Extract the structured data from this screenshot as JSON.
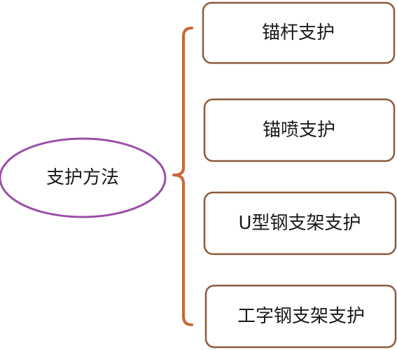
{
  "diagram": {
    "root": {
      "label": "支护方法"
    },
    "children": [
      {
        "label": "锚杆支护"
      },
      {
        "label": "锚喷支护"
      },
      {
        "label": "U型钢支架支护"
      },
      {
        "label": "工字钢支架支护"
      }
    ]
  },
  "colors": {
    "root_border": "#9B4FA8",
    "box_border": "#8B5A3C",
    "bracket": "#C8673A",
    "text": "#1a1a1a"
  }
}
